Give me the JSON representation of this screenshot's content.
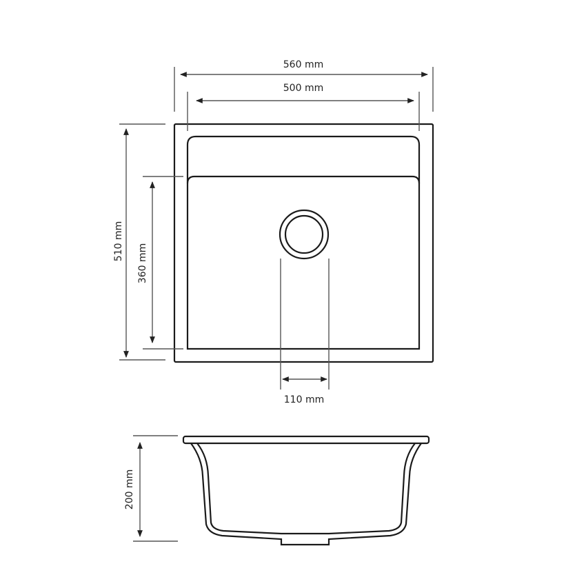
{
  "dimensions": {
    "overall_width": "560 mm",
    "inner_width": "500 mm",
    "overall_depth": "510 mm",
    "bowl_depth": "360 mm",
    "drain_diameter": "110 mm",
    "height": "200 mm"
  },
  "colors": {
    "line": "#1a1a1a",
    "dimension": "#555555",
    "background": "#ffffff"
  }
}
